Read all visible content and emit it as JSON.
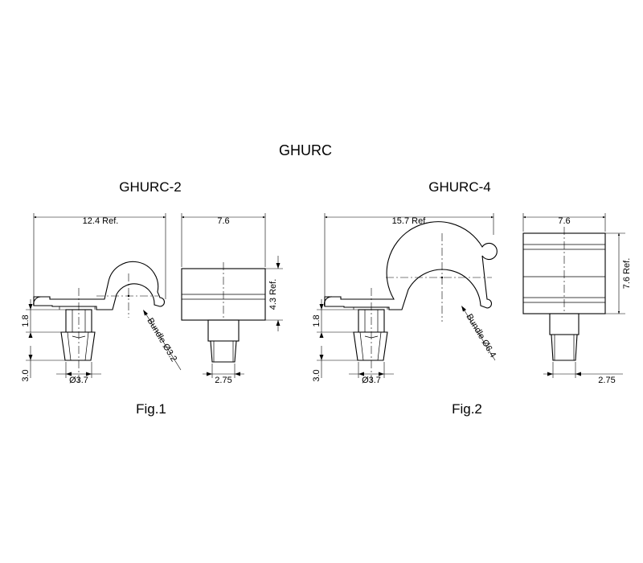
{
  "title": "GHURC",
  "parts": [
    {
      "model": "GHURC-2",
      "figure": "Fig.1",
      "dims": {
        "length": "12.4 Ref.",
        "width": "7.6",
        "height": "4.3 Ref.",
        "stem_top": "1.8",
        "stem_len": "3.0",
        "stem_dia": "Ø3.7",
        "tip_width": "2.75",
        "bundle": "Bundle Ø3.2"
      }
    },
    {
      "model": "GHURC-4",
      "figure": "Fig.2",
      "dims": {
        "length": "15.7 Ref.",
        "width": "7.6",
        "height": "7.6 Ref.",
        "stem_top": "1.8",
        "stem_len": "3.0",
        "stem_dia": "Ø3.7",
        "tip_width": "2.75",
        "bundle": "Bundle Ø6.4"
      }
    }
  ]
}
